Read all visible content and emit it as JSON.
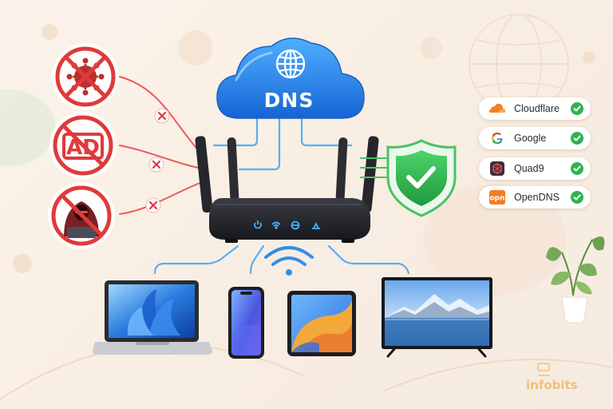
{
  "cloud": {
    "label": "DNS"
  },
  "blocked_threats": [
    {
      "name": "virus",
      "icon": "virus-icon"
    },
    {
      "name": "ad",
      "label": "AD",
      "icon": "ad-icon"
    },
    {
      "name": "hacker",
      "icon": "hacker-icon"
    }
  ],
  "dns_providers": [
    {
      "name": "Cloudflare",
      "logo": "cloudflare-logo-icon",
      "status": "check-icon"
    },
    {
      "name": "Google",
      "logo": "google-logo-icon",
      "status": "check-icon"
    },
    {
      "name": "Quad9",
      "logo": "quad9-logo-icon",
      "status": "check-icon"
    },
    {
      "name": "OpenDNS",
      "logo": "opendns-logo-icon",
      "logo_text": "opn",
      "status": "check-icon"
    }
  ],
  "devices": [
    "laptop",
    "smartphone",
    "tablet",
    "smart-tv"
  ],
  "watermark": {
    "text": "infobits"
  },
  "colors": {
    "accent_blue": "#2f8fe8",
    "danger_red": "#e03a3a",
    "safe_green": "#2fb350",
    "background": "#f8ede2"
  }
}
